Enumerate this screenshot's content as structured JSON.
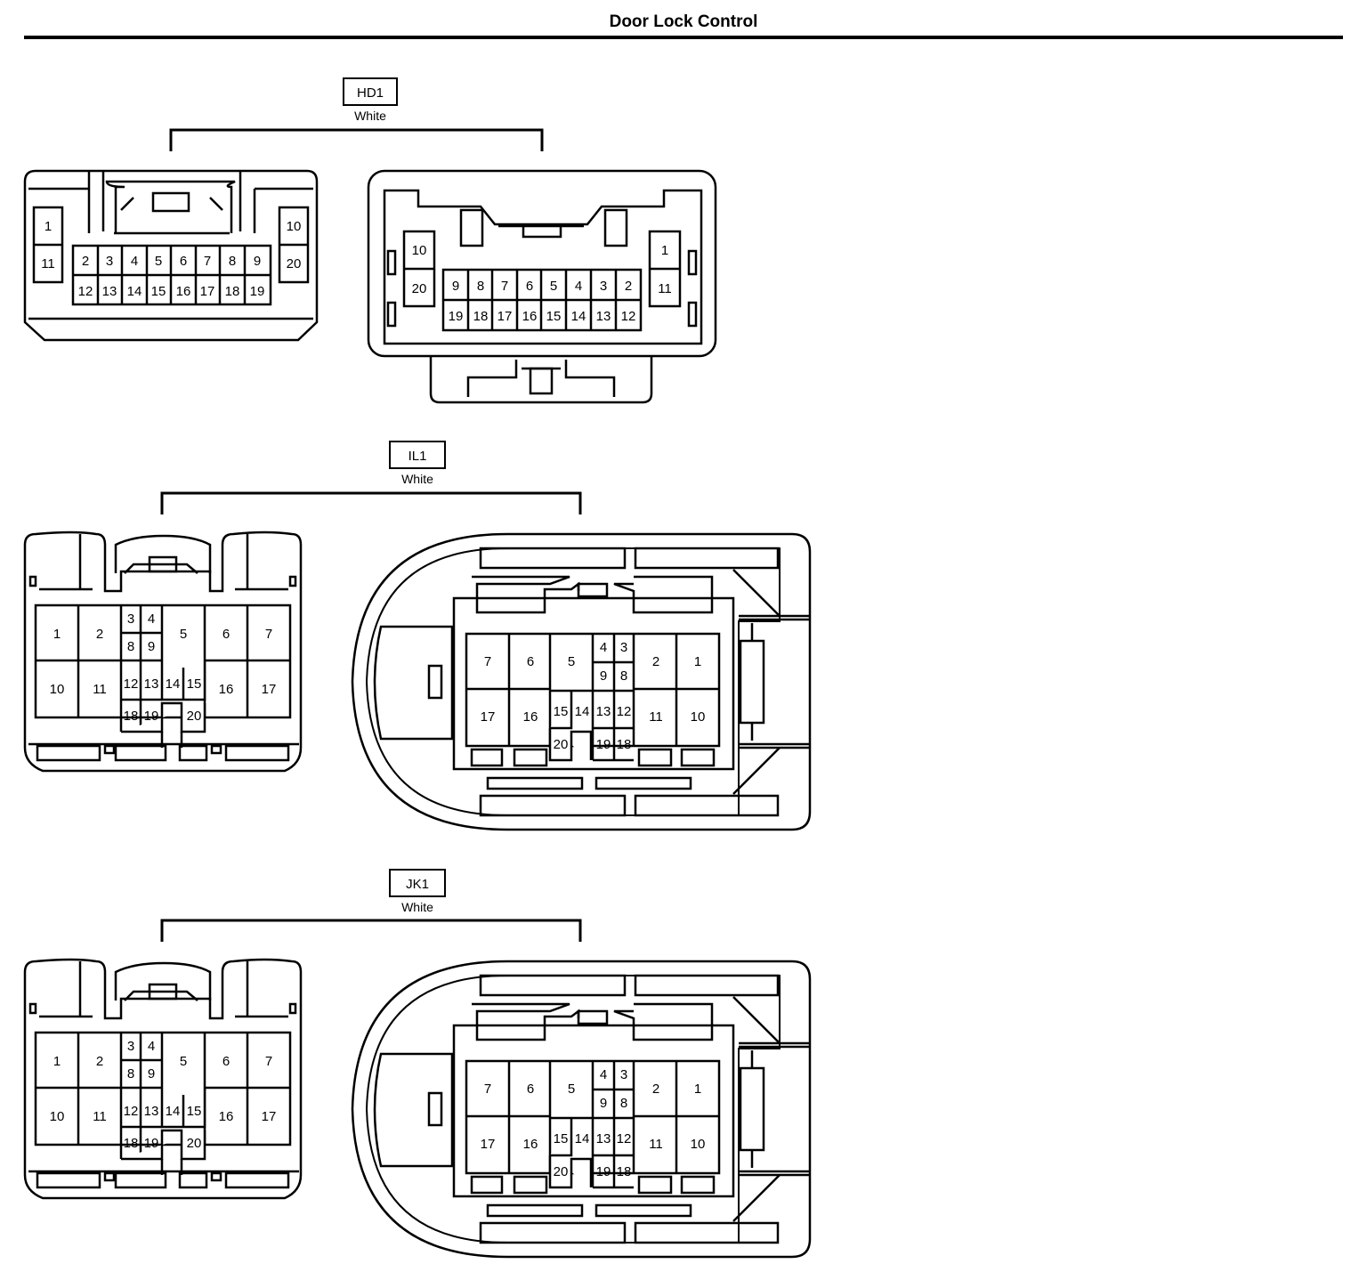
{
  "title": "Door Lock Control",
  "connectors": [
    {
      "code": "HD1",
      "color": "White"
    },
    {
      "code": "IL1",
      "color": "White"
    },
    {
      "code": "JK1",
      "color": "White"
    }
  ]
}
